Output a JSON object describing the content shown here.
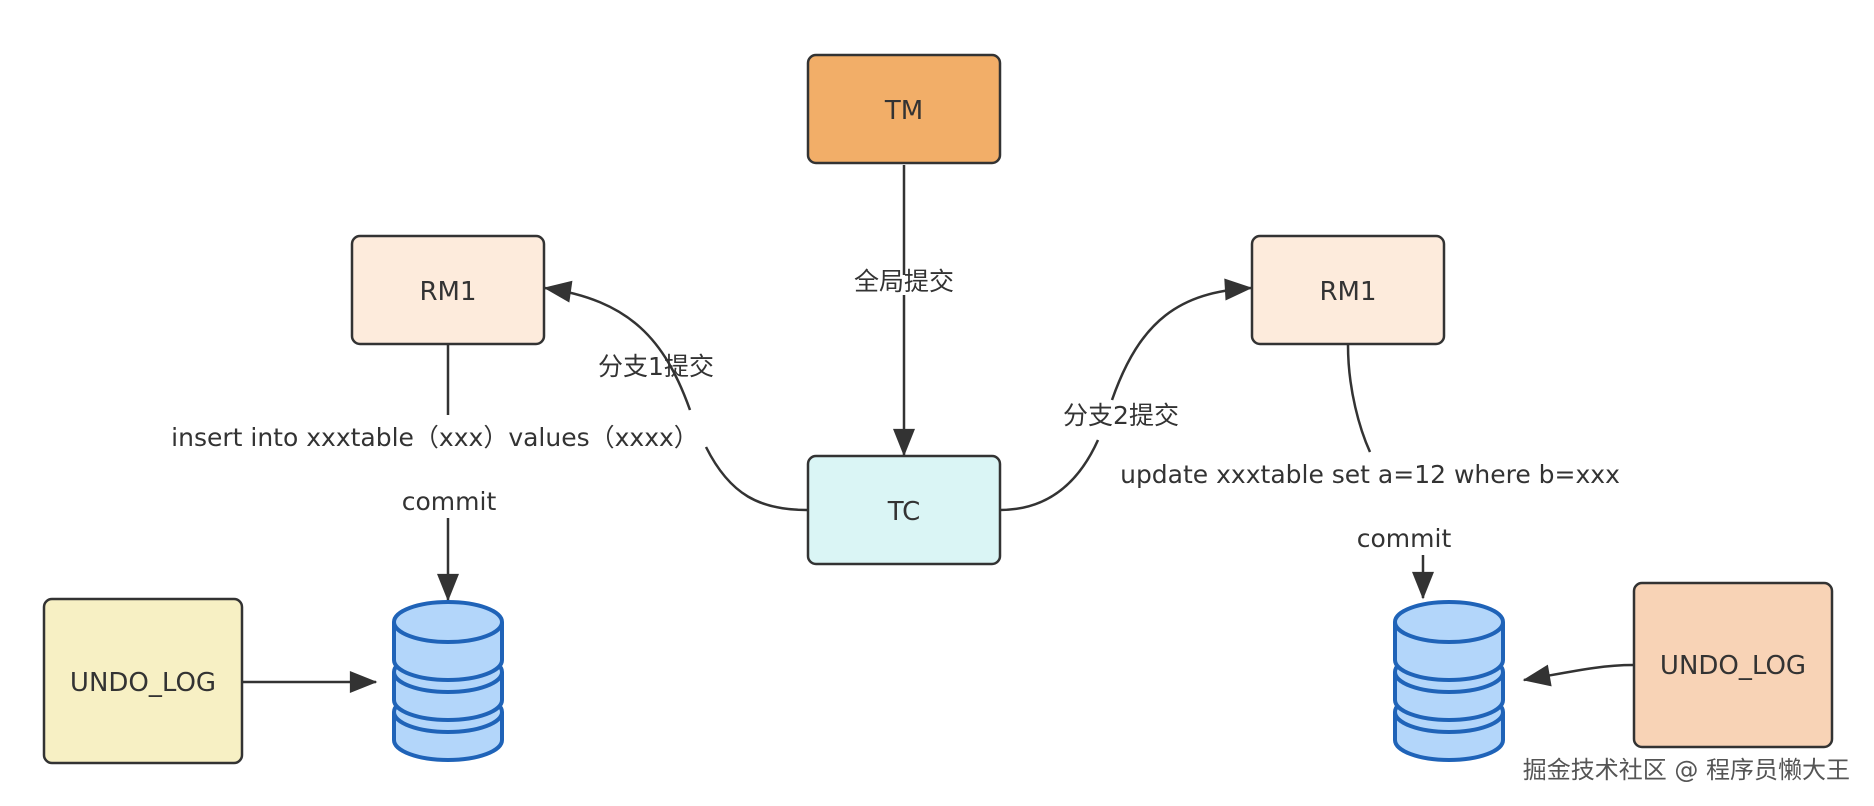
{
  "nodes": {
    "tm": {
      "label": "TM",
      "fill": "#F2AE68"
    },
    "tc": {
      "label": "TC",
      "fill": "#DAF5F5"
    },
    "rm1_left": {
      "label": "RM1",
      "fill": "#FDEBDC"
    },
    "rm1_right": {
      "label": "RM1",
      "fill": "#FDEBDC"
    },
    "undo_left": {
      "label": "UNDO_LOG",
      "fill": "#F7F0C4"
    },
    "undo_right": {
      "label": "UNDO_LOG",
      "fill": "#F8D3B6"
    }
  },
  "edges": {
    "global_commit": "全局提交",
    "branch1_commit": "分支1提交",
    "branch2_commit": "分支2提交",
    "left_sql": "insert into xxxtable（xxx）values（xxxx）",
    "left_commit": "commit",
    "right_sql": "update xxxtable set a=12 where b=xxx",
    "right_commit": "commit"
  },
  "colors": {
    "stroke": "#333333",
    "db_fill": "#B3D6FA",
    "db_stroke": "#1F63B8"
  },
  "watermark": "掘金技术社区 @ 程序员懒大王"
}
